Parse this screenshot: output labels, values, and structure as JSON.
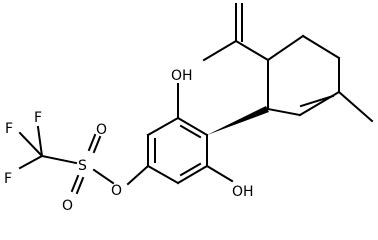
{
  "atom_labels": [
    {
      "id": "f1",
      "text": "F"
    },
    {
      "id": "f2",
      "text": "F"
    },
    {
      "id": "f3",
      "text": "F"
    },
    {
      "id": "s",
      "text": "S"
    },
    {
      "id": "o-top",
      "text": "O"
    },
    {
      "id": "o-bottom",
      "text": "O"
    },
    {
      "id": "o-ester",
      "text": "O"
    },
    {
      "id": "oh-top",
      "text": "OH"
    },
    {
      "id": "oh-bottom",
      "text": "OH"
    }
  ]
}
